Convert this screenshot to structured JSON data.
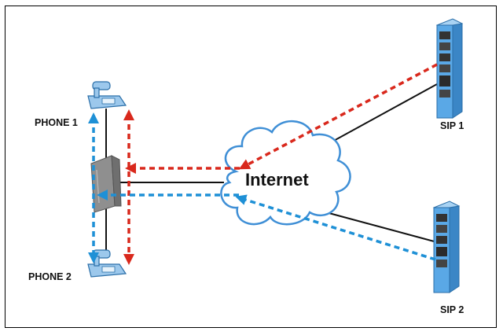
{
  "labels": {
    "phone1": "PHONE 1",
    "phone2": "PHONE 2",
    "internet": "Internet",
    "sip1": "SIP 1",
    "sip2": "SIP 2"
  },
  "colors": {
    "red_flow": "#d9281c",
    "blue_flow": "#1e90d6",
    "link": "#111111",
    "cloud_outline": "#3f8fd6",
    "server_body": "#5aa8e6",
    "device": "#8f8f8f",
    "phone": "#9cc8ec"
  },
  "icons": [
    "phone-icon",
    "gateway-device-icon",
    "cloud-icon",
    "server-icon",
    "server-icon"
  ]
}
